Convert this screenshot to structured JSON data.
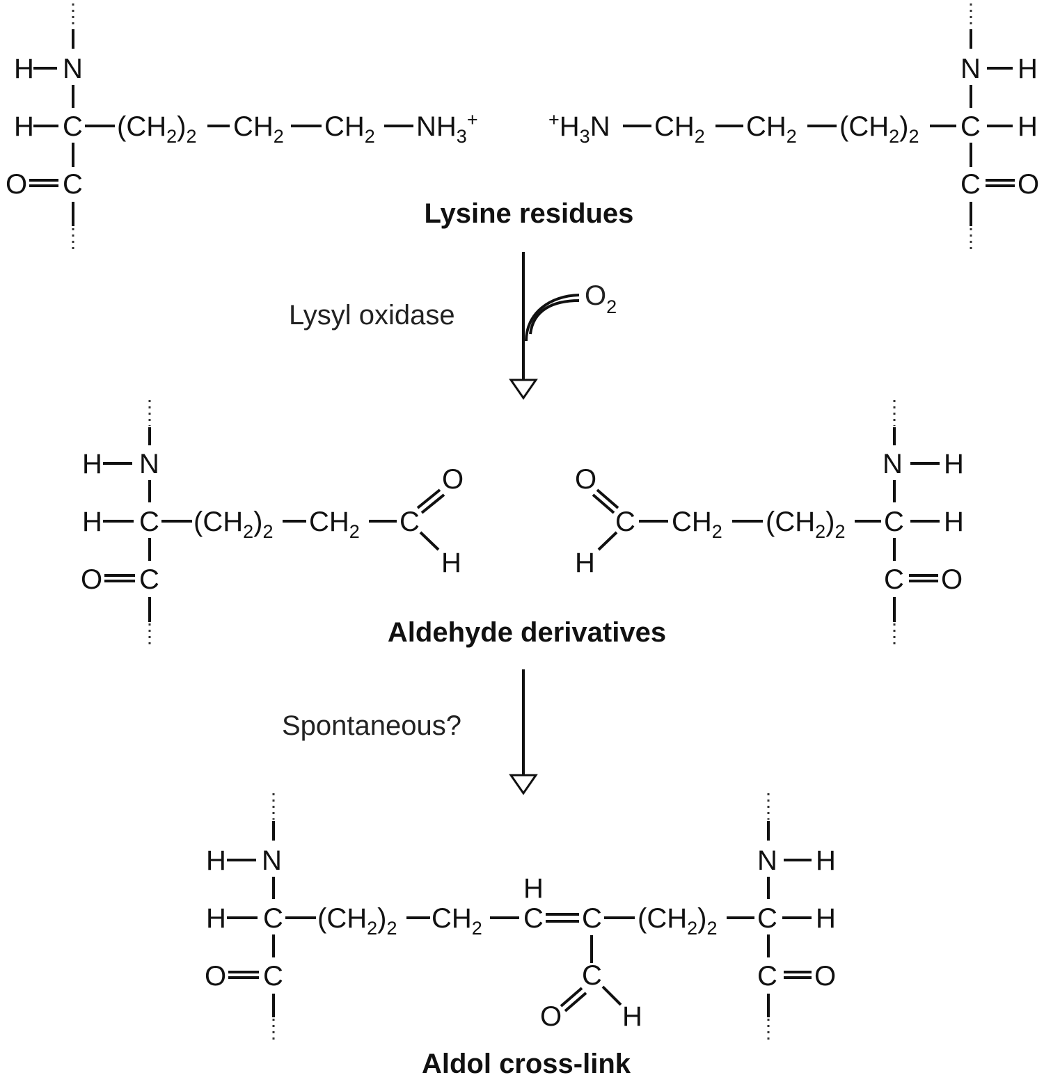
{
  "atoms": {
    "H": "H",
    "N": "N",
    "C": "C",
    "O": "O",
    "CH": "CH",
    "H3N": "H",
    "NH": "NH",
    "two": "2",
    "three": "3",
    "plus": "+",
    "CH2_group": "(CH",
    "close_paren": ")"
  },
  "labels": {
    "lysine": "Lysine residues",
    "aldehyde": "Aldehyde derivatives",
    "aldol": "Aldol cross-link"
  },
  "steps": {
    "lysyl_oxidase": "Lysyl oxidase",
    "o2": "O",
    "o2_sub": "2",
    "spontaneous": "Spontaneous?"
  }
}
